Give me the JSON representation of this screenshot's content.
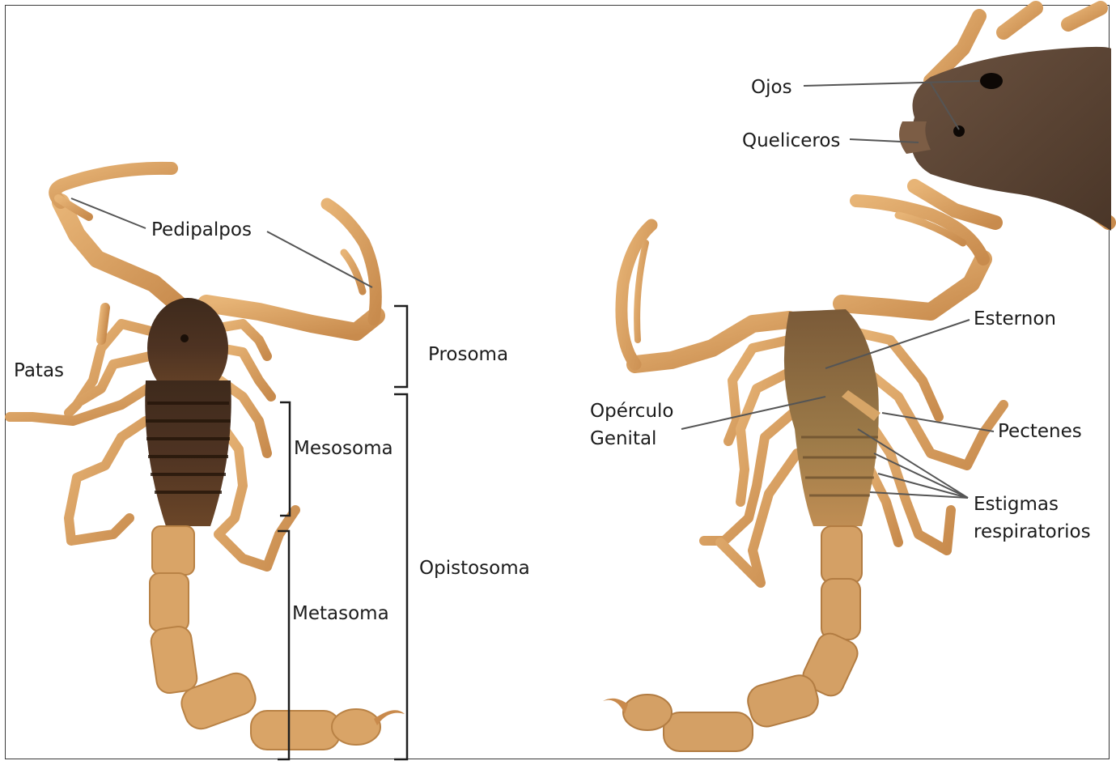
{
  "labels": {
    "pedipalpos": "Pedipalpos",
    "patas": "Patas",
    "prosoma": "Prosoma",
    "mesosoma": "Mesosoma",
    "metasoma": "Metasoma",
    "opistosoma": "Opistosoma",
    "ojos": "Ojos",
    "queliceros": "Queliceros",
    "esternon": "Esternon",
    "operculo": "Opérculo\nGenital",
    "pectenes": "Pectenes",
    "estigmas": "Estigmas\nrespiratorios"
  },
  "colors": {
    "limb": "#d9a062",
    "limb_dark": "#b77f44",
    "carapace": "#4a3222",
    "body_dark": "#3b2619",
    "ventral": "#8a6a3e",
    "head_closeup": "#5a4434",
    "leader_line": "#555555",
    "bracket": "#1e1e1e"
  }
}
